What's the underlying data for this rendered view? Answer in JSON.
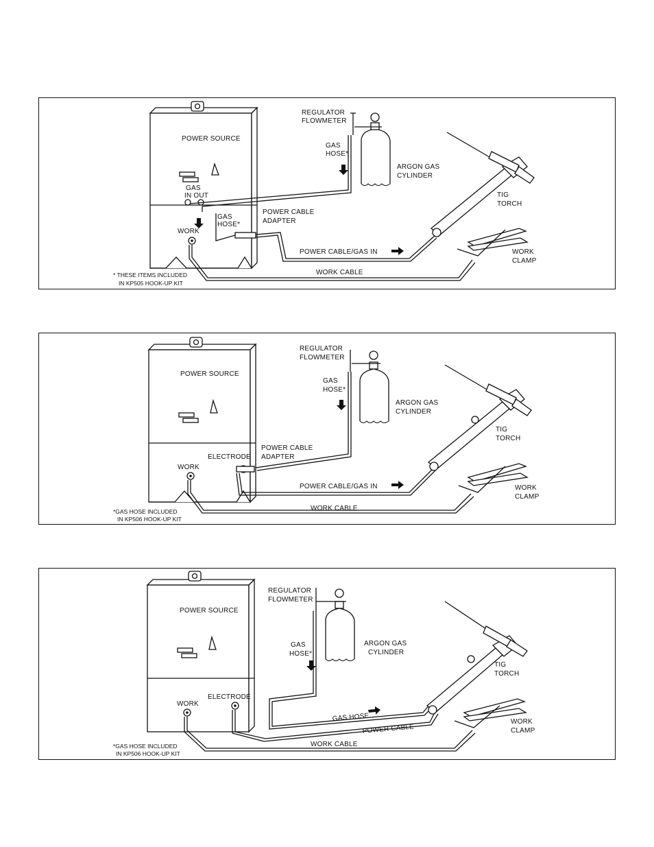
{
  "panels": [
    {
      "labels": {
        "regulator": [
          "REGULATOR",
          "FLOWMETER"
        ],
        "power_source": "POWER SOURCE",
        "gas_hose": [
          "GAS",
          "HOSE*"
        ],
        "argon": [
          "ARGON GAS",
          "CYLINDER"
        ],
        "gas_in_out": [
          "GAS",
          "IN  OUT"
        ],
        "tig_torch": [
          "TIG",
          "TORCH"
        ],
        "gas_hose_2": [
          "GAS",
          "HOSE*"
        ],
        "adapter": [
          "POWER CABLE",
          "ADAPTER"
        ],
        "work": "WORK",
        "power_cable_gas_in": "POWER CABLE/GAS IN",
        "work_clamp": [
          "WORK",
          "CLAMP"
        ],
        "work_cable": "WORK CABLE",
        "note": [
          "* THESE ITEMS INCLUDED",
          "IN KP505 HOOK-UP KIT"
        ]
      }
    },
    {
      "labels": {
        "regulator": [
          "REGULATOR",
          "FLOWMETER"
        ],
        "power_source": "POWER SOURCE",
        "gas_hose": [
          "GAS",
          "HOSE*"
        ],
        "argon": [
          "ARGON GAS",
          "CYLINDER"
        ],
        "tig_torch": [
          "TIG",
          "TORCH"
        ],
        "adapter": [
          "POWER CABLE",
          "ADAPTER"
        ],
        "electrode": "ELECTRODE",
        "work": "WORK",
        "power_cable_gas_in": "POWER CABLE/GAS IN",
        "work_clamp": [
          "WORK",
          "CLAMP"
        ],
        "work_cable": "WORK CABLE",
        "note": [
          "*GAS HOSE INCLUDED",
          "IN KP506 HOOK-UP KIT"
        ]
      }
    },
    {
      "labels": {
        "regulator": [
          "REGULATOR",
          "FLOWMETER"
        ],
        "power_source": "POWER SOURCE",
        "argon": [
          "ARGON GAS",
          "CYLINDER"
        ],
        "gas_hose": [
          "GAS",
          "HOSE*"
        ],
        "tig_torch": [
          "TIG",
          "TORCH"
        ],
        "work": "WORK",
        "electrode": "ELECTRODE",
        "gas_hose_line": "GAS HOSE",
        "power_cable": "POWER CABLE",
        "work_clamp": [
          "WORK",
          "CLAMP"
        ],
        "work_cable": "WORK CABLE",
        "note": [
          "*GAS HOSE INCLUDED",
          "IN KP506 HOOK-UP KIT"
        ]
      }
    }
  ]
}
